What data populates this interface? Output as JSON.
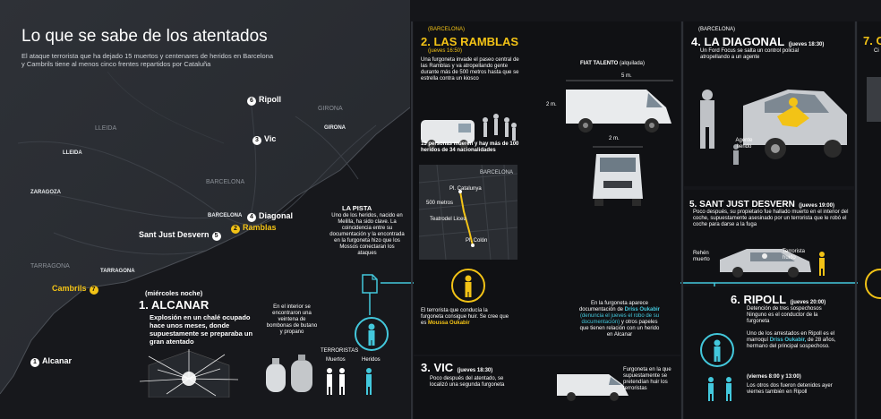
{
  "header": {
    "title": "Lo que se sabe de los atentados",
    "subtitle": "El ataque terrorista que ha dejado 15 muertos y centenares de heridos en Barcelona y Cambrils tiene al menos cinco frentes repartidos por Cataluña"
  },
  "map": {
    "places": {
      "ripoll": "Ripoll",
      "vic": "Vic",
      "diagonal": "Diagonal",
      "ramblas": "Ramblas",
      "sant_just": "Sant Just Desvern",
      "cambrils": "Cambrils",
      "alcanar": "Alcanar"
    },
    "numbers": {
      "ripoll": "6",
      "vic": "3",
      "diagonal": "4",
      "ramblas": "2",
      "sant_just": "5",
      "cambrils": "7",
      "alcanar": "1"
    },
    "cities": {
      "lleida_big": "LLEIDA",
      "lleida": "LLEIDA",
      "girona_big": "GIRONA",
      "girona": "GIRONA",
      "zaragoza": "ZARAGOZA",
      "barcelona_big": "BARCELONA",
      "barcelona": "BARCELONA",
      "tarragona_big": "TARRAGONA",
      "tarragona": "TARRAGONA"
    }
  },
  "alcanar": {
    "when": "(miércoles noche)",
    "title": "1. ALCANAR",
    "text": "Explosión en un chalé ocupado hace unos meses, donde supuestamente se preparaba un gran atentado",
    "bombonas": "En el interior se encontraron una veintena de bombonas de butano y propano",
    "terroristas": "TERRORISTAS",
    "muertos": "Muertos",
    "heridos": "Heridos"
  },
  "pista": {
    "title": "LA PISTA",
    "text": "Uno de los heridos, nacido en Melilla, ha sido clave. La coincidencia entre su documentación y la encontrada en la furgoneta hizo que los Mossos conectaran los ataques"
  },
  "ramblas": {
    "region": "(BARCELONA)",
    "title": "2. LAS RAMBLAS",
    "time": "(jueves 16:50)",
    "text": "Una furgoneta invade el paseo central de las Ramblas y va atropellando gente durante más de 500 metros hasta que se estrella contra un kiosco",
    "victims": "13 personas mueren y hay más de 100 heridos de 34 nacionalidades",
    "van_name": "FIAT TALENTO",
    "van_note": "(alquilada)",
    "dim_length": "5 m.",
    "dim_height": "2 m.",
    "dim_width": "2 m.",
    "mini_map": {
      "barcelona": "BARCELONA",
      "catalunya": "Pl. Catalunya",
      "metros": "500 metros",
      "liceu": "Teatrodel Liceu",
      "colon": "Pl. Colón"
    }
  },
  "flow": {
    "driver": "El terrorista que conducía la furgoneta consigue huir. Se cree que es",
    "driver_name": "Moussa Oukabir",
    "doc_a": "En la furgoneta aparece documentación de",
    "doc_name": "Driss Oukabir",
    "doc_paren": "(denuncia el jueves el robo de su documentación)",
    "doc_b": "y otros papeles que tienen relación con un herido en Alcanar"
  },
  "vic": {
    "title": "3. VIC",
    "time": "(jueves 18:30)",
    "text": "Poco después del atentado, se localizó una segunda furgoneta",
    "van_text": "Furgoneta en la que supuestamente se pretendían huir los terroristas"
  },
  "diagonal": {
    "region": "(BARCELONA)",
    "title": "4. LA DIAGONAL",
    "time": "(jueves 18:30)",
    "text": "Un Ford Focus se salta un control policial atropellando a un agente",
    "agente": "Agente herido"
  },
  "santjust": {
    "title": "5. SANT JUST DESVERN",
    "time": "(jueves 19:00)",
    "text": "Poco después, su propietario fue hallado muerto en el interior del coche, supuestamente asesinado por un terrorista que le robó el coche para darse a la fuga",
    "rehen": "Rehén muerto",
    "terrorista": "Terrorista huido"
  },
  "ripoll": {
    "title": "6. RIPOLL",
    "time": "(jueves 20:00)",
    "text1": "Detención de tres sospechosos Ninguno es el conductor de la furgoneta",
    "text2a": "Uno de los arrestados en Ripoll es el marroquí",
    "text2_name": "Driss Oukabir,",
    "text2b": "de 28 años, hermano del principal sospechoso.",
    "time2": "(viernes 8:00 y 13:00)",
    "text3": "Los otros dos fueron detenidos ayer viernes también en Ripoll"
  },
  "cambrils_col": {
    "title": "7. C",
    "text": "Ci"
  },
  "colors": {
    "yellow": "#f3c316",
    "cyan": "#43c8dc",
    "bg": "#15161a",
    "panel": "#101114"
  }
}
